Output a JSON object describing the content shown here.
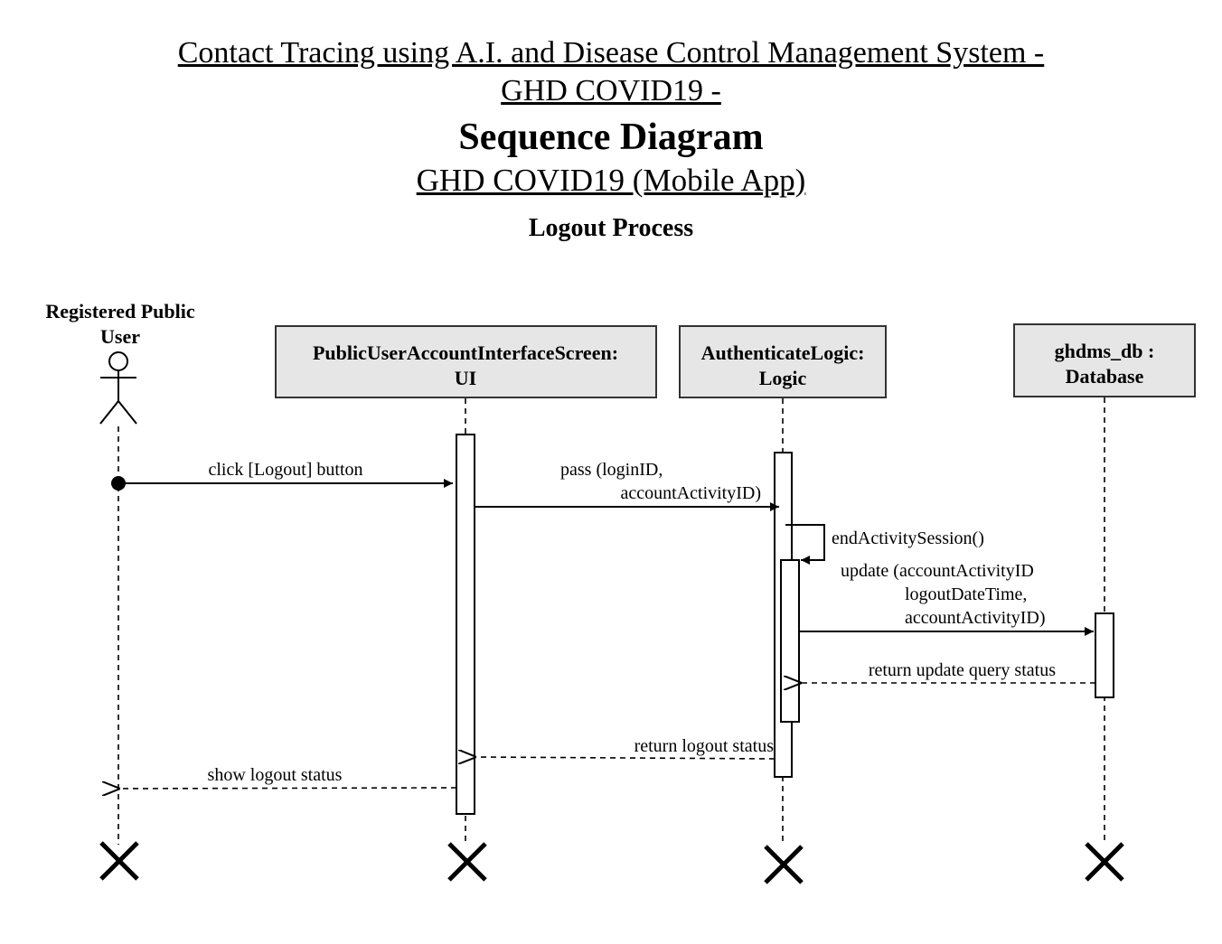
{
  "title": {
    "line1": "Contact Tracing using A.I. and Disease Control Management System -",
    "line2": "GHD COVID19 -",
    "diagram_type": "Sequence Diagram",
    "app_name": "GHD COVID19 (Mobile App)",
    "process": "Logout Process"
  },
  "participants": [
    {
      "id": "actor",
      "kind": "actor",
      "label_line1": "Registered Public",
      "label_line2": "User"
    },
    {
      "id": "ui",
      "kind": "object",
      "label_line1": "PublicUserAccountInterfaceScreen:",
      "label_line2": "UI"
    },
    {
      "id": "logic",
      "kind": "object",
      "label_line1": "AuthenticateLogic:",
      "label_line2": "Logic"
    },
    {
      "id": "db",
      "kind": "object",
      "label_line1": "ghdms_db :",
      "label_line2": "Database"
    }
  ],
  "messages": [
    {
      "id": "m1",
      "from": "actor",
      "to": "ui",
      "style": "sync",
      "lines": [
        "click [Logout] button"
      ]
    },
    {
      "id": "m2",
      "from": "ui",
      "to": "logic",
      "style": "sync",
      "lines": [
        "pass (loginID,",
        "accountActivityID)"
      ]
    },
    {
      "id": "m3",
      "from": "logic",
      "to": "logic",
      "style": "self",
      "lines": [
        "endActivitySession()"
      ]
    },
    {
      "id": "m4",
      "from": "logic",
      "to": "db",
      "style": "sync",
      "lines": [
        "update (accountActivityID",
        "logoutDateTime,",
        "accountActivityID)"
      ]
    },
    {
      "id": "m5",
      "from": "db",
      "to": "logic",
      "style": "return",
      "lines": [
        "return update query status"
      ]
    },
    {
      "id": "m6",
      "from": "logic",
      "to": "ui",
      "style": "return",
      "lines": [
        "return logout status"
      ]
    },
    {
      "id": "m7",
      "from": "ui",
      "to": "actor",
      "style": "return",
      "lines": [
        "show logout status"
      ]
    }
  ],
  "colors": {
    "box_fill": "#e6e6e6",
    "line": "#000000",
    "background": "#ffffff"
  }
}
